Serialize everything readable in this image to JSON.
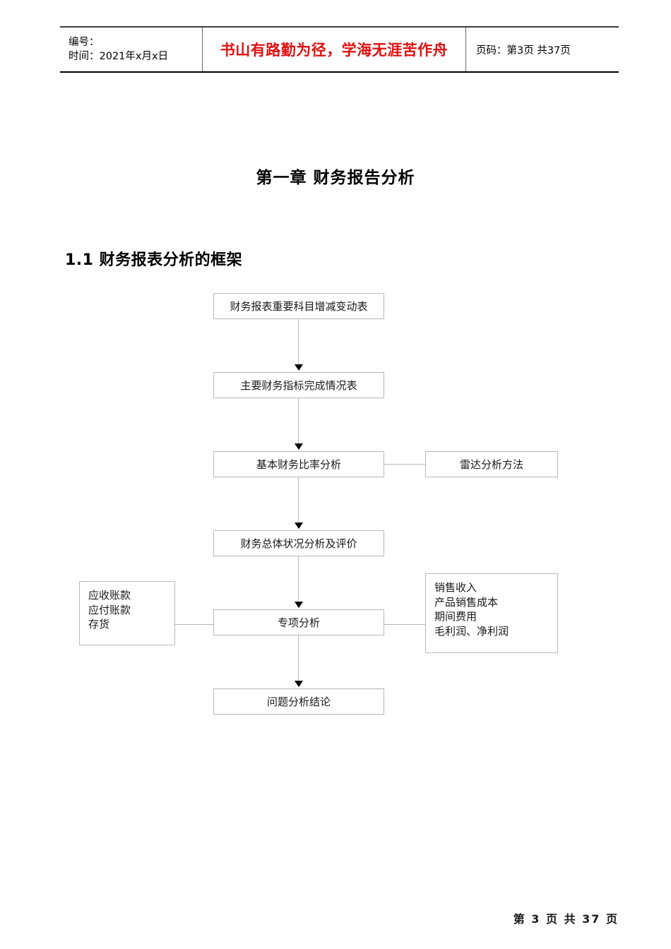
{
  "header": {
    "code_label": "编号：",
    "time_label": "时间：2021年x月x日",
    "motto": "书山有路勤为径，学海无涯苦作舟",
    "page_indicator": "页码：第3页 共37页",
    "motto_color": "#e01010"
  },
  "document": {
    "chapter_title": "第一章 财务报告分析",
    "section_title": "1.1 财务报表分析的框架"
  },
  "flowchart": {
    "nodes": {
      "change_table": "财务报表重要科目增减变动表",
      "kpi_table": "主要财务指标完成情况表",
      "ratio_analysis": "基本财务比率分析",
      "radar_method": "雷达分析方法",
      "overall_eval": "财务总体状况分析及评价",
      "special_analysis": "专项分析",
      "conclusion": "问题分析结论"
    },
    "left_items": [
      "应收账款",
      "应付账款",
      "存货"
    ],
    "right_items": [
      "销售收入",
      "产品销售成本",
      "期间费用",
      "毛利润、净利润"
    ],
    "border_color": "#b8b8b8"
  },
  "footer": {
    "page_text": "第 3 页 共 37 页"
  }
}
